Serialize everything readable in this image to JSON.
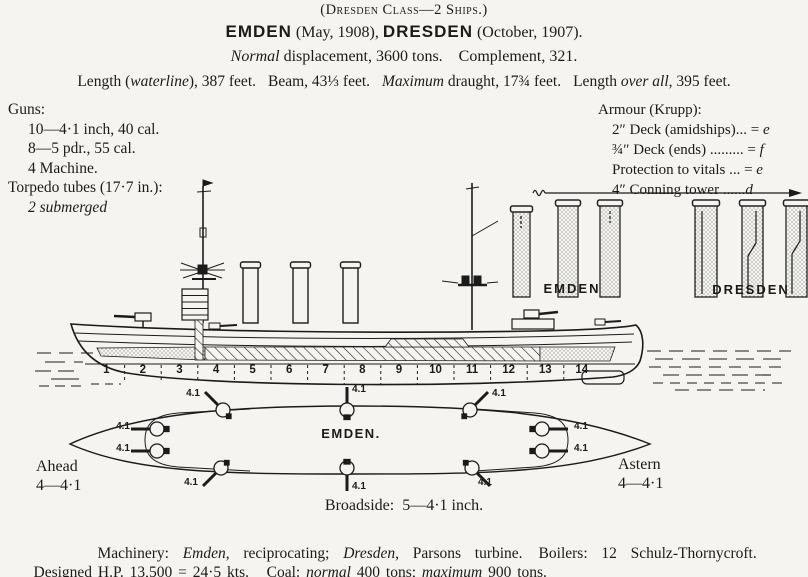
{
  "header": {
    "class_line": "(Dresden Class—2 Ships.)",
    "ship1_name": "EMDEN",
    "ship1_info": " (May, 1908), ",
    "ship2_name": "DRESDEN",
    "ship2_info": " (October, 1907).",
    "displacement_italic": "Normal",
    "displacement_rest": " displacement, 3600 tons.",
    "complement": "Complement, 321.",
    "dims": {
      "length_pre": "Length (",
      "length_italic": "waterline",
      "length_post": "), 387 feet.",
      "beam": "Beam, 43⅓ feet.",
      "draught_italic": "Maximum",
      "draught_post": " draught, 17¾ feet.",
      "loa_pre": "Length ",
      "loa_italic": "over all",
      "loa_post": ", 395 feet."
    }
  },
  "guns": {
    "heading": "Guns:",
    "items": [
      "10—4·1 inch, 40 cal.",
      "8—5 pdr., 55 cal.",
      "4 Machine."
    ],
    "torpedo_heading": "Torpedo tubes (17·7 in.):",
    "torpedo_item": "2 submerged"
  },
  "armour": {
    "heading": "Armour (Krupp):",
    "items": [
      {
        "text": "2″ Deck (amidships)... = ",
        "sym": "e"
      },
      {
        "text": "¾″ Deck (ends) ......... = ",
        "sym": "f"
      },
      {
        "text": "Protection to vitals ... = ",
        "sym": "e"
      },
      {
        "text": "4″ Conning tower ......",
        "sym": "d"
      }
    ]
  },
  "funnel_comparison": {
    "emden_label": "EMDEN",
    "dresden_label": "DRESDEN"
  },
  "profile": {
    "compartments": [
      "1",
      "2",
      "3",
      "4",
      "5",
      "6",
      "7",
      "8",
      "9",
      "10",
      "11",
      "12",
      "13",
      "14"
    ]
  },
  "plan": {
    "ship_label": "EMDEN.",
    "gun_label": "4.1",
    "ahead_label": "Ahead",
    "ahead_value": "4—4·1",
    "astern_label": "Astern",
    "astern_value": "4—4·1"
  },
  "broadside": "Broadside:  5—4·1 inch.",
  "machinery": {
    "label": "Machinery:  ",
    "ship1": "Emden",
    "seg1": ",  reciprocating;  ",
    "ship2": "Dresden",
    "seg2": ",  Parsons  turbine.",
    "boilers": "Boilers:  12  Schulz-Thornycroft.",
    "line2_pre": "Designed H.P. 13,500 = 24·5 kts.   Coal: ",
    "coal_normal_italic": "normal",
    "line2_mid": " 400 tons; ",
    "coal_max_italic": "maximum",
    "line2_post": " 900 tons."
  }
}
